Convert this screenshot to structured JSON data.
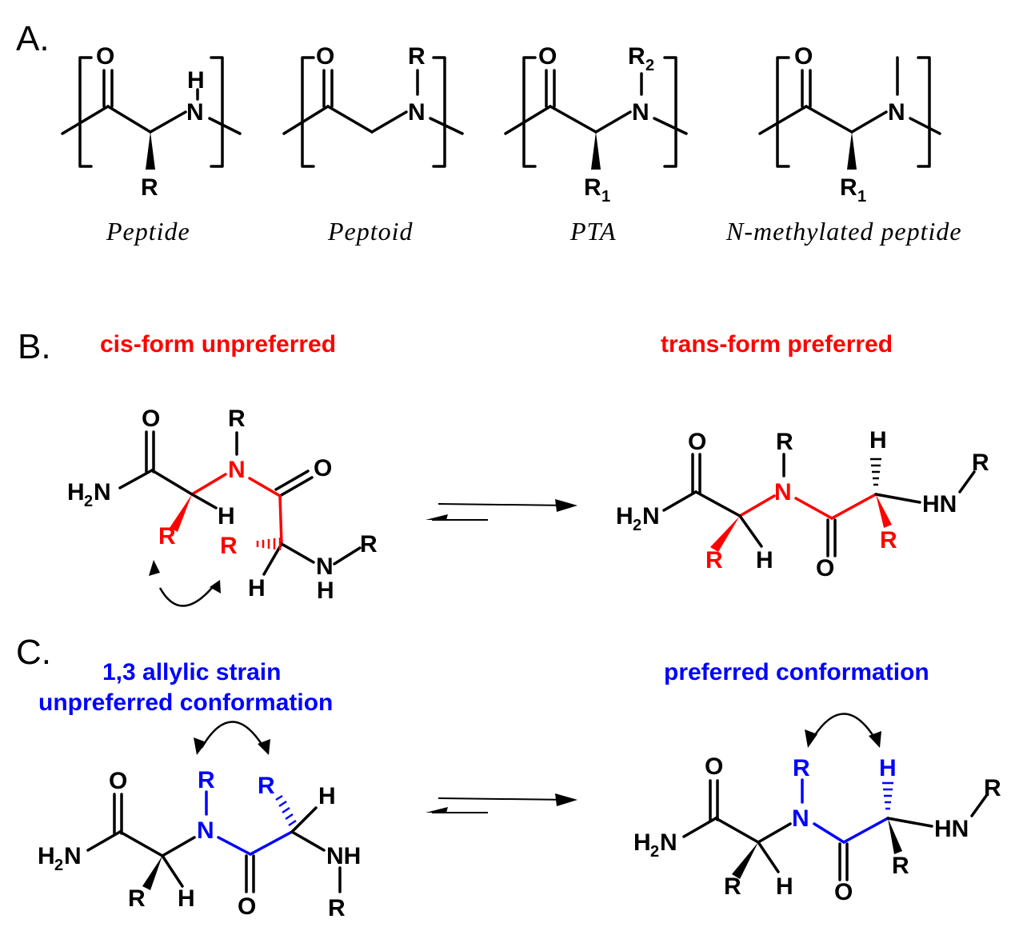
{
  "panels": {
    "a": "A.",
    "b": "B.",
    "c": "C."
  },
  "captions": {
    "peptide": "Peptide",
    "peptoid": "Peptoid",
    "pta": "PTA",
    "nmethyl": "N-methylated peptide"
  },
  "titles": {
    "b_left": "cis-form unpreferred",
    "b_right": "trans-form preferred",
    "c_left_1": "1,3 allylic strain",
    "c_left_2": "unpreferred conformation",
    "c_right": "preferred conformation"
  },
  "atoms": {
    "O": "O",
    "N": "N",
    "H": "H",
    "R": "R",
    "HN": "HN",
    "NH": "NH",
    "H2N": "H",
    "two": "2",
    "one": "1"
  },
  "colors": {
    "red": "#ff0000",
    "blue": "#0000ff",
    "black": "#000000"
  }
}
